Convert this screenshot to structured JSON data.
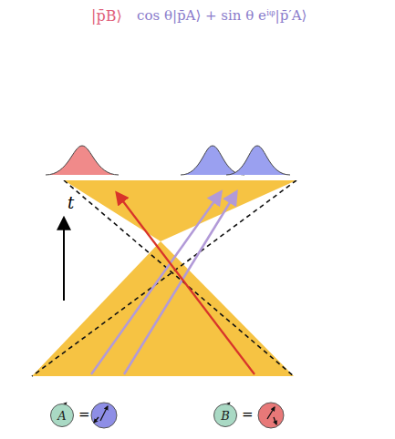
{
  "diagram": {
    "nodes": [
      {
        "text": [
          "A"
        ]
      },
      {
        "text": [
          "B"
        ]
      }
    ],
    "labels": [
      "|p̄B⟩",
      "cos θ|p̄A⟩ + sin θ eⁱᵠ|p̄′A⟩",
      "t",
      "=",
      "="
    ]
  }
}
